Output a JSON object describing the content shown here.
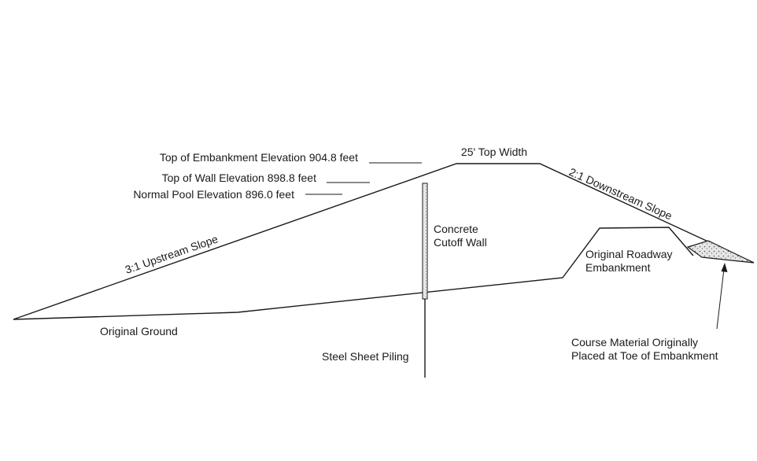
{
  "labels": {
    "top_embankment": "Top of Embankment Elevation 904.8 feet",
    "top_wall": "Top of Wall Elevation 898.8 feet",
    "normal_pool": "Normal Pool Elevation 896.0 feet",
    "top_width": "25' Top Width",
    "downstream_slope": "2:1 Downstream Slope",
    "upstream_slope": "3:1 Upstream Slope",
    "cutoff_wall_1": "Concrete",
    "cutoff_wall_2": "Cutoff Wall",
    "roadway_1": "Original Roadway",
    "roadway_2": "Embankment",
    "original_ground": "Original Ground",
    "sheet_piling": "Steel Sheet Piling",
    "course_material_1": "Course Material Originally",
    "course_material_2": "Placed at Toe of Embankment"
  },
  "colors": {
    "line": "#1a1a1a",
    "background": "#ffffff",
    "fill_pattern": "#bfbfbf"
  }
}
